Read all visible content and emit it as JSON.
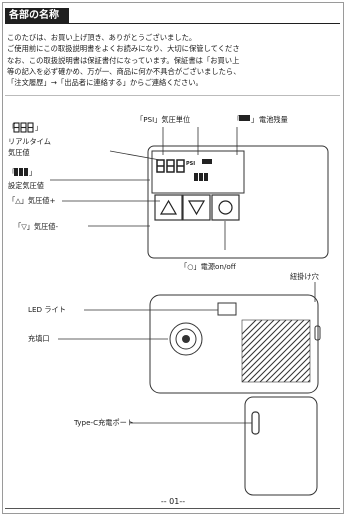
{
  "section_title": "各部の名称",
  "intro_lines": [
    "このたびは、お買い上げ頂き、ありがとうございました。",
    "ご使用前にこの取扱説明書をよくお読みになり、大切に保管してくださ",
    "なお、この取扱説明書は保証書付になっています。保証書は「お買い上",
    "等の記入を必ず確かめ、万が一、商品に何か不具合がございましたら、",
    "「注文履歴」→「出品者に連絡する」からご連絡ください。"
  ],
  "labels": {
    "psi_unit": "「PSI」気圧単位",
    "battery": "電池残量",
    "realtime_line1": "リアルタイム",
    "realtime_line2": "気圧値",
    "set_value": "設定気圧値",
    "up_button": "「△」気圧値+",
    "down_button": "「▽」気圧値-",
    "power": "「○」電源on/off",
    "strap_hole": "紐掛け穴",
    "led": "LED ライト",
    "nozzle": "充填口",
    "typec": "Type-C充電ポート"
  },
  "display": {
    "psi_text": "PSI"
  },
  "page_number": "-- 01--"
}
